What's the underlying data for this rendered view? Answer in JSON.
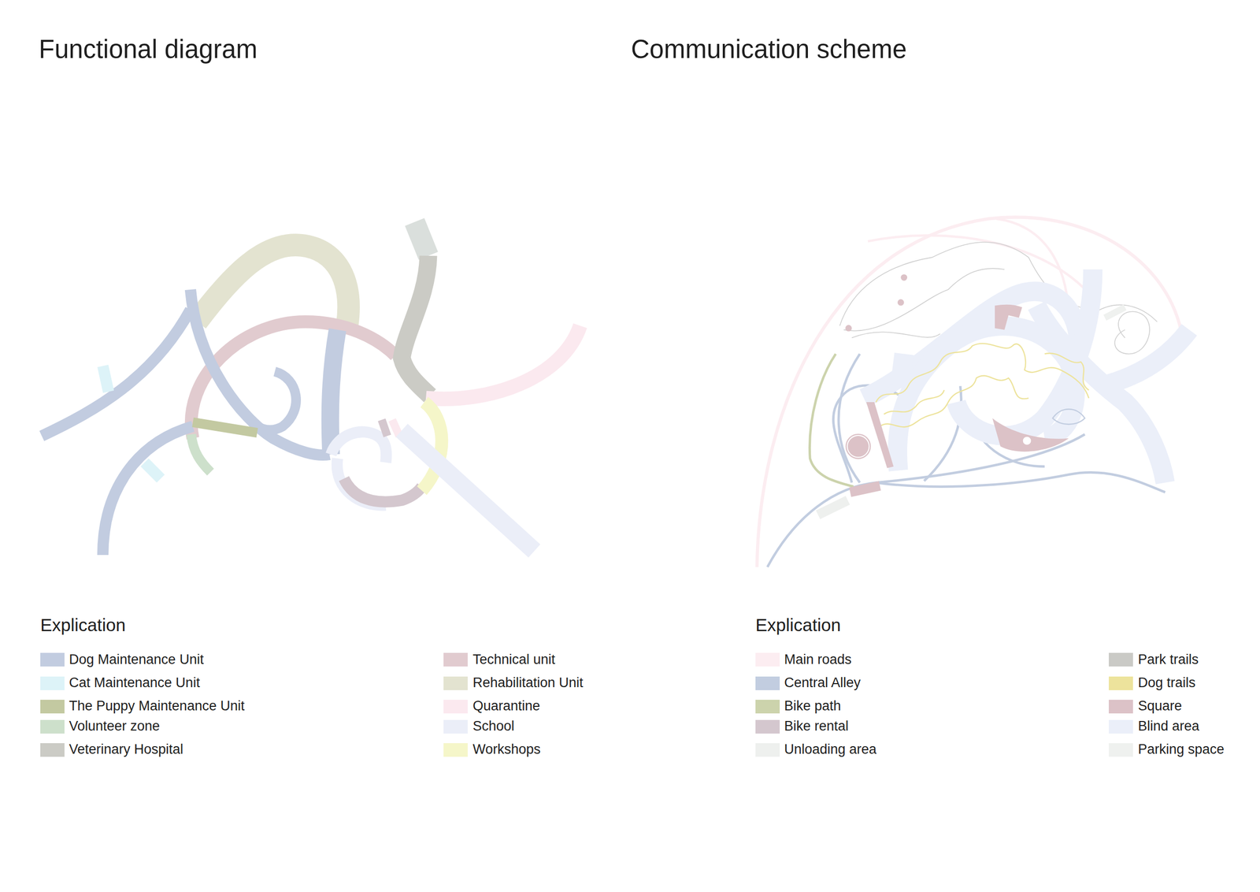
{
  "diagram": {
    "title": "Functional diagram",
    "labels": [
      "Communication scheme",
      "Explication",
      "Explication"
    ],
    "legend": [
      {
        "text": "Dog Maintenance Unit",
        "color": "#c2cce0"
      },
      {
        "text": "Cat Maintenance Unit",
        "color": "#ddf3f8"
      },
      {
        "text": "The Puppy Maintenance Unit",
        "color": "#c3c9a1"
      },
      {
        "text": "Volunteer zone",
        "color": "#cde0cb"
      },
      {
        "text": "Veterinary Hospital",
        "color": "#cbcbc5"
      },
      {
        "text": "Technical unit",
        "color": "#e1cbcf"
      },
      {
        "text": "Rehabilitation Unit",
        "color": "#e3e3d0"
      },
      {
        "text": "Quarantine",
        "color": "#fbe9ef"
      },
      {
        "text": "School",
        "color": "#ebeef8"
      },
      {
        "text": "Workshops",
        "color": "#f5f6c9"
      },
      {
        "text": "Main roads",
        "color": "#fcedf1"
      },
      {
        "text": "Central Alley",
        "color": "#c2cde0"
      },
      {
        "text": "Bike path",
        "color": "#ccd3ac"
      },
      {
        "text": "Bike rental",
        "color": "#d4c7ce"
      },
      {
        "text": "Unloading area",
        "color": "#eef0ee"
      },
      {
        "text": "Park trails",
        "color": "#cacac6"
      },
      {
        "text": "Dog trails",
        "color": "#ede39c"
      },
      {
        "text": "Square",
        "color": "#dcc2c7"
      },
      {
        "text": "Blind area",
        "color": "#ebeff9"
      },
      {
        "text": "Parking space",
        "color": "#eff1ef"
      }
    ]
  }
}
